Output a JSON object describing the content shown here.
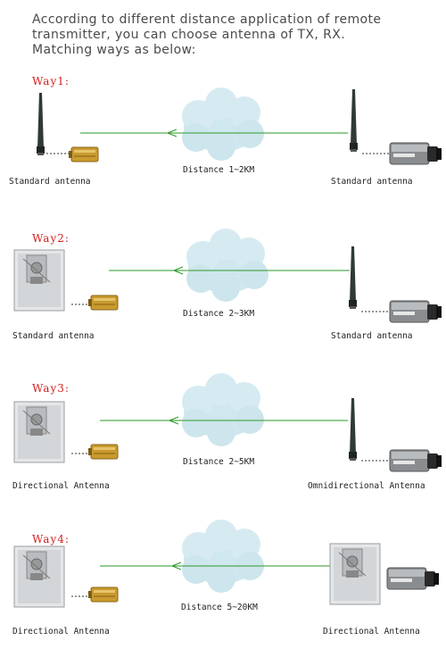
{
  "intro": {
    "line1": "According to different distance application of remote",
    "line2": "transmitter, you can choose antenna of TX, RX.",
    "line3": "Matching ways as below:"
  },
  "ways": [
    {
      "title": "Way1:",
      "distance": "Distance 1~2KM",
      "left_label": "Standard antenna",
      "right_label": "Standard antenna",
      "left_icon": "whip-antenna-icon",
      "right_icon": "whip-antenna-icon"
    },
    {
      "title": "Way2:",
      "distance": "Distance 2~3KM",
      "left_label": "Standard antenna",
      "right_label": "Standard antenna",
      "left_icon": "panel-antenna-icon",
      "right_icon": "whip-antenna-icon"
    },
    {
      "title": "Way3:",
      "distance": "Distance 2~5KM",
      "left_label": "Directional Antenna",
      "right_label": "Omnidirectional Antenna",
      "left_icon": "panel-antenna-icon",
      "right_icon": "whip-antenna-icon"
    },
    {
      "title": "Way4:",
      "distance": "Distance 5~20KM",
      "left_label": "Directional Antenna",
      "right_label": "Directional Antenna",
      "left_icon": "panel-antenna-icon",
      "right_icon": "panel-antenna-icon"
    }
  ],
  "colors": {
    "title_red": "#d42020",
    "signal_line": "#2a9a2a",
    "cloud": "#cfe7ee",
    "transmitter_gold": "#c99a2e",
    "antenna_dark": "#2f3a35"
  }
}
